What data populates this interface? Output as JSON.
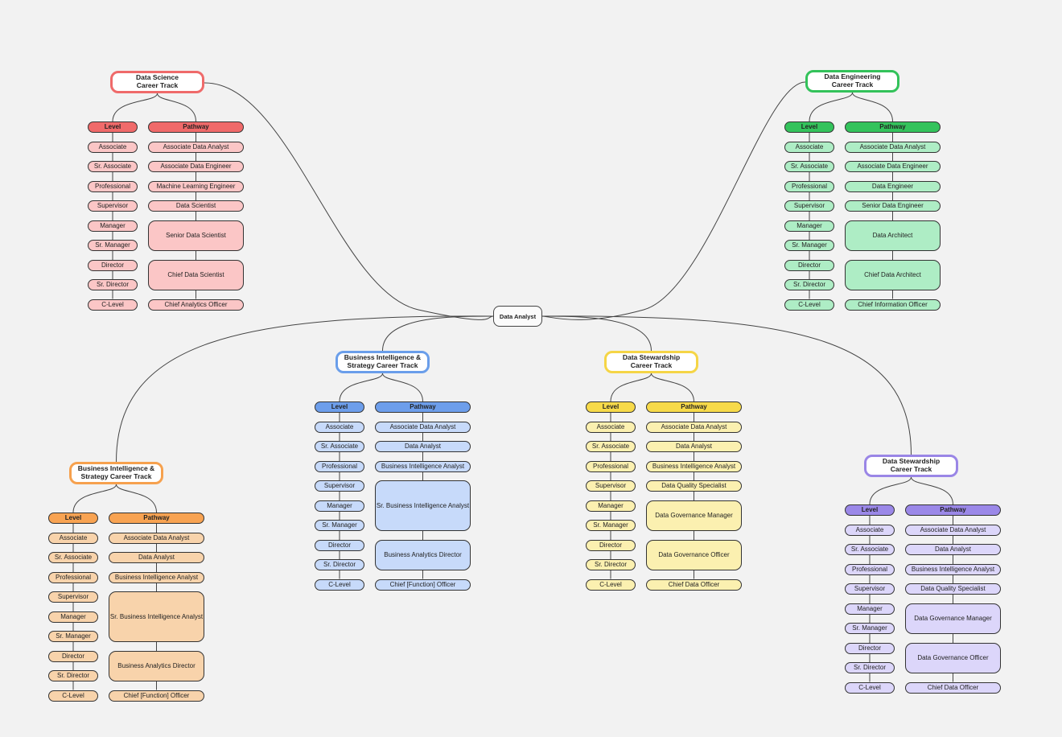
{
  "root": {
    "label": "Data Analyst"
  },
  "tracks": [
    {
      "id": "ds",
      "title_lines": [
        "Data Science",
        "Career Track"
      ],
      "colors": {
        "border": "#ef6a6a",
        "header": "#f06a6a",
        "cell": "#fbc6c6"
      },
      "level_header": "Level",
      "pathway_header": "Pathway",
      "levels": [
        "Associate",
        "Sr. Associate",
        "Professional",
        "Supervisor",
        "Manager",
        "Sr. Manager",
        "Director",
        "Sr. Director",
        "C-Level"
      ],
      "pathway": [
        {
          "label": "Associate Data Analyst",
          "span": 1
        },
        {
          "label": "Associate Data Engineer",
          "span": 1
        },
        {
          "label": "Machine Learning Engineer",
          "span": 1
        },
        {
          "label": "Data Scientist",
          "span": 1
        },
        {
          "label": "Senior Data Scientist",
          "span": 2
        },
        {
          "label": "Chief Data Scientist",
          "span": 2
        },
        {
          "label": "Chief Analytics Officer",
          "span": 1
        }
      ]
    },
    {
      "id": "de",
      "title_lines": [
        "Data Engineering",
        "Career Track"
      ],
      "colors": {
        "border": "#33c25a",
        "header": "#34c35c",
        "cell": "#aeedc5"
      },
      "level_header": "Level",
      "pathway_header": "Pathway",
      "levels": [
        "Associate",
        "Sr. Associate",
        "Professional",
        "Supervisor",
        "Manager",
        "Sr. Manager",
        "Director",
        "Sr. Director",
        "C-Level"
      ],
      "pathway": [
        {
          "label": "Associate Data Analyst",
          "span": 1
        },
        {
          "label": "Associate Data Engineer",
          "span": 1
        },
        {
          "label": "Data Engineer",
          "span": 1
        },
        {
          "label": "Senior Data Engineer",
          "span": 1
        },
        {
          "label": "Data Architect",
          "span": 2
        },
        {
          "label": "Chief Data Architect",
          "span": 2
        },
        {
          "label": "Chief Information Officer",
          "span": 1
        }
      ]
    },
    {
      "id": "bi1",
      "title_lines": [
        "Business Intelligence &",
        "Strategy Career Track"
      ],
      "colors": {
        "border": "#6a9eea",
        "header": "#6d9eeb",
        "cell": "#c7dafa"
      },
      "level_header": "Level",
      "pathway_header": "Pathway",
      "levels": [
        "Associate",
        "Sr. Associate",
        "Professional",
        "Supervisor",
        "Manager",
        "Sr. Manager",
        "Director",
        "Sr. Director",
        "C-Level"
      ],
      "pathway": [
        {
          "label": "Associate Data Analyst",
          "span": 1
        },
        {
          "label": "Data Analyst",
          "span": 1
        },
        {
          "label": "Business Intelligence Analyst",
          "span": 1
        },
        {
          "label": "Sr. Business Intelligence Analyst",
          "span": 3
        },
        {
          "label": "Business Analytics Director",
          "span": 2
        },
        {
          "label": "Chief [Function] Officer",
          "span": 1
        }
      ]
    },
    {
      "id": "dst1",
      "title_lines": [
        "Data Stewardship",
        "Career Track"
      ],
      "colors": {
        "border": "#f5d546",
        "header": "#f7da4a",
        "cell": "#fbf0b0"
      },
      "level_header": "Level",
      "pathway_header": "Pathway",
      "levels": [
        "Associate",
        "Sr. Associate",
        "Professional",
        "Supervisor",
        "Manager",
        "Sr. Manager",
        "Director",
        "Sr. Director",
        "C-Level"
      ],
      "pathway": [
        {
          "label": "Associate Data Analyst",
          "span": 1
        },
        {
          "label": "Data Analyst",
          "span": 1
        },
        {
          "label": "Business Intelligence Analyst",
          "span": 1
        },
        {
          "label": "Data Quality Specialist",
          "span": 1
        },
        {
          "label": "Data Governance Manager",
          "span": 2
        },
        {
          "label": "Data Governance Officer",
          "span": 2
        },
        {
          "label": "Chief Data Officer",
          "span": 1
        }
      ]
    },
    {
      "id": "bi2",
      "title_lines": [
        "Business Intelligence &",
        "Strategy Career Track"
      ],
      "colors": {
        "border": "#f6a14e",
        "header": "#f8a352",
        "cell": "#f8d3ab"
      },
      "level_header": "Level",
      "pathway_header": "Pathway",
      "levels": [
        "Associate",
        "Sr. Associate",
        "Professional",
        "Supervisor",
        "Manager",
        "Sr. Manager",
        "Director",
        "Sr. Director",
        "C-Level"
      ],
      "pathway": [
        {
          "label": "Associate Data Analyst",
          "span": 1
        },
        {
          "label": "Data Analyst",
          "span": 1
        },
        {
          "label": "Business Intelligence Analyst",
          "span": 1
        },
        {
          "label": "Sr. Business Intelligence Analyst",
          "span": 3
        },
        {
          "label": "Business Analytics Director",
          "span": 2
        },
        {
          "label": "Chief [Function] Officer",
          "span": 1
        }
      ]
    },
    {
      "id": "dst2",
      "title_lines": [
        "Data Stewardship",
        "Career Track"
      ],
      "colors": {
        "border": "#9a86e6",
        "header": "#9b88e8",
        "cell": "#dcd6fa"
      },
      "level_header": "Level",
      "pathway_header": "Pathway",
      "levels": [
        "Associate",
        "Sr. Associate",
        "Professional",
        "Supervisor",
        "Manager",
        "Sr. Manager",
        "Director",
        "Sr. Director",
        "C-Level"
      ],
      "pathway": [
        {
          "label": "Associate Data Analyst",
          "span": 1
        },
        {
          "label": "Data Analyst",
          "span": 1
        },
        {
          "label": "Business Intelligence Analyst",
          "span": 1
        },
        {
          "label": "Data Quality Specialist",
          "span": 1
        },
        {
          "label": "Data Governance Manager",
          "span": 2
        },
        {
          "label": "Data Governance Officer",
          "span": 2
        },
        {
          "label": "Chief Data Officer",
          "span": 1
        }
      ]
    }
  ]
}
